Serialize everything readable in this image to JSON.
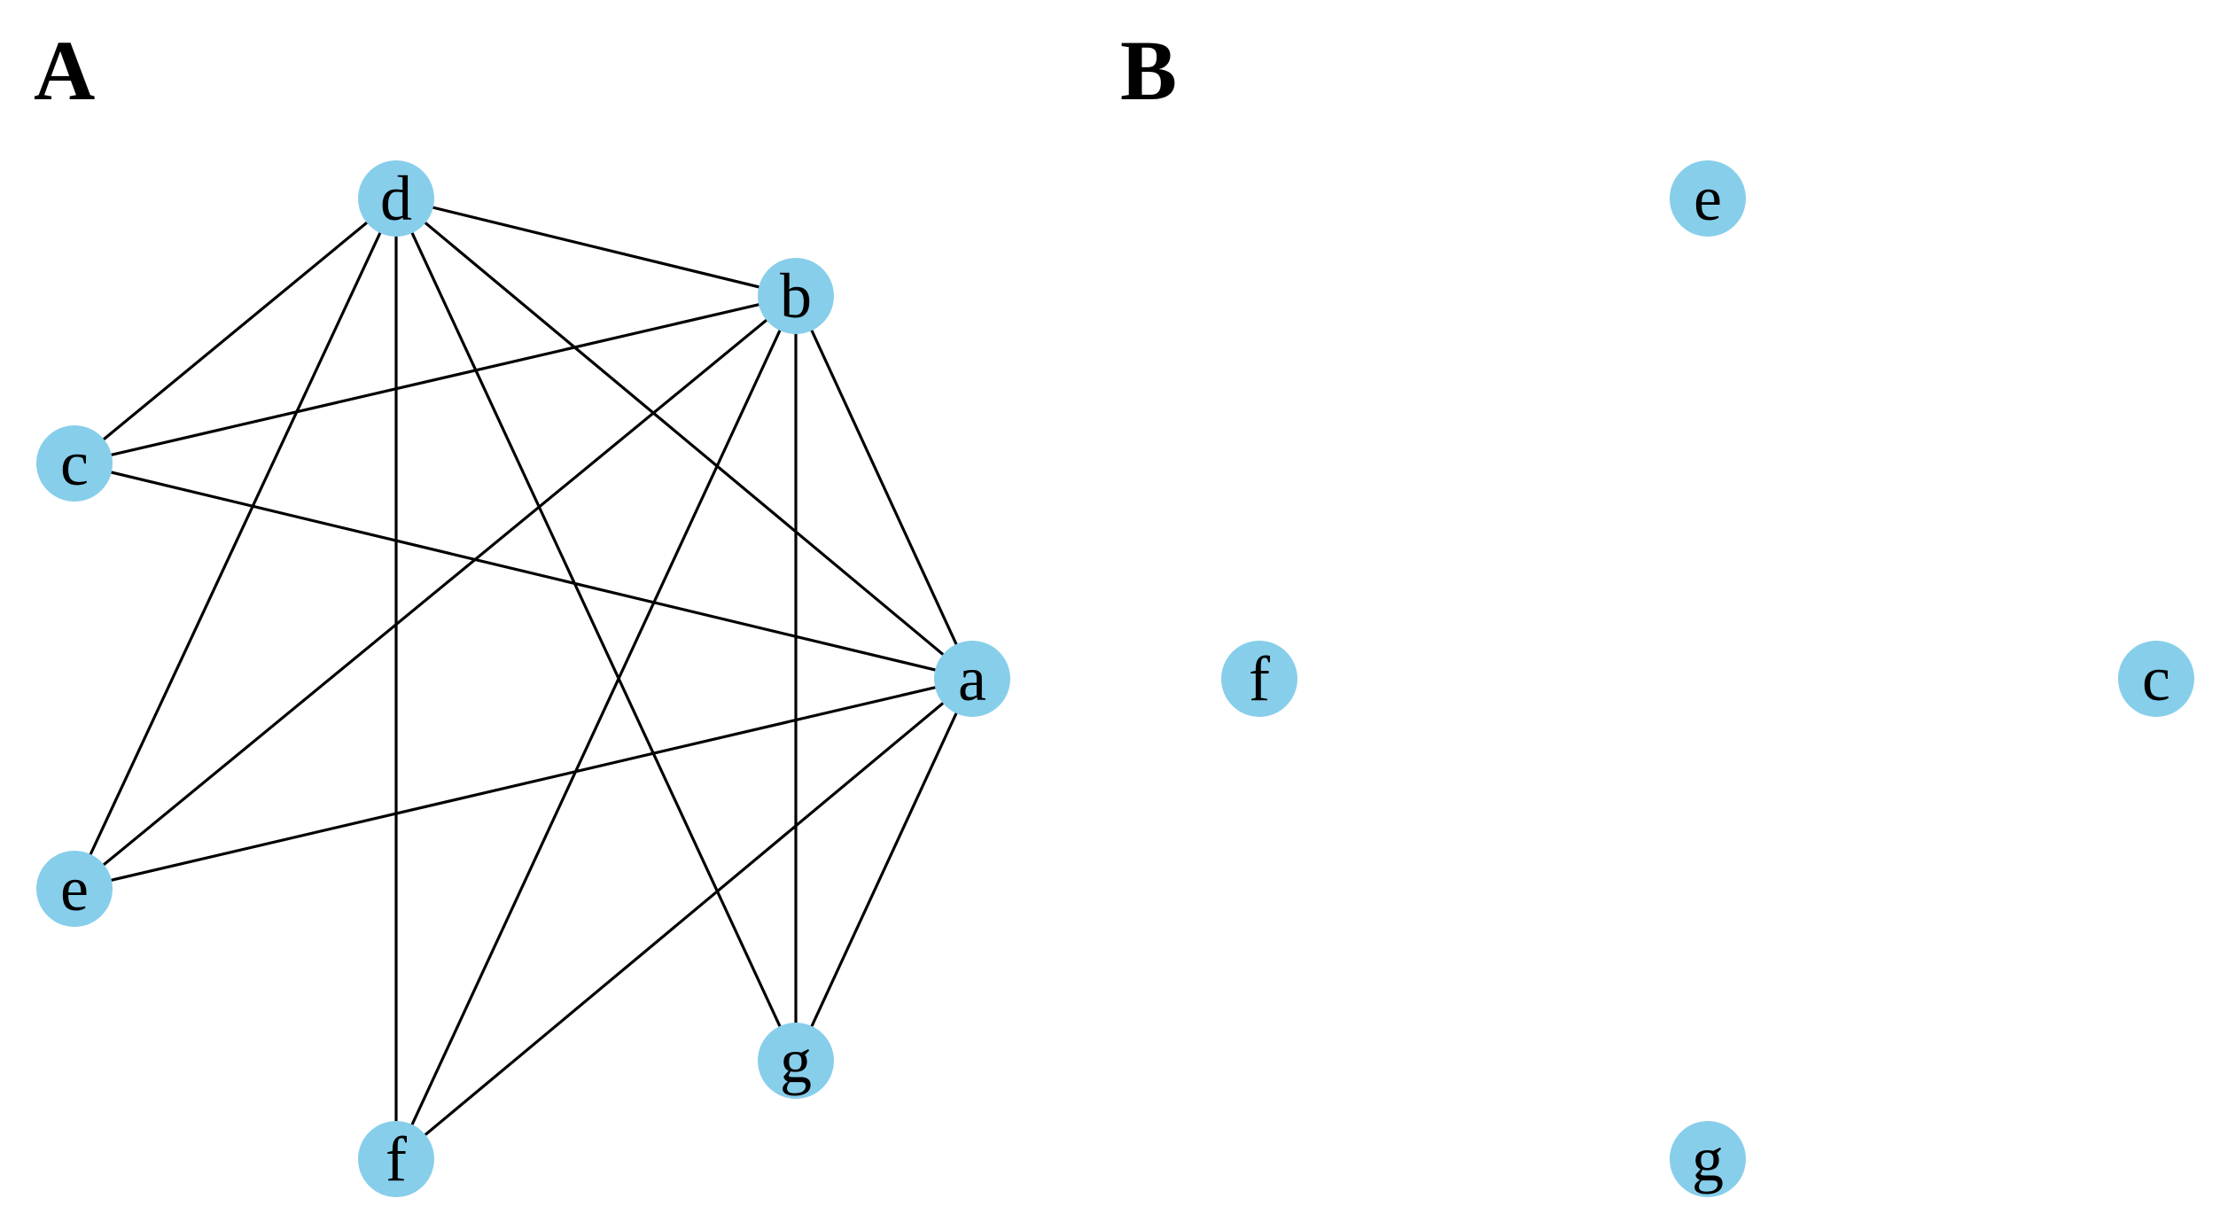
{
  "colors": {
    "node_fill": "#87CEEB",
    "edge": "#000000",
    "text": "#000000",
    "background": "#ffffff"
  },
  "panels": [
    {
      "id": "A",
      "label": "A",
      "nodes": [
        {
          "id": "d",
          "label": "d"
        },
        {
          "id": "b",
          "label": "b"
        },
        {
          "id": "c",
          "label": "c"
        },
        {
          "id": "a",
          "label": "a"
        },
        {
          "id": "e",
          "label": "e"
        },
        {
          "id": "g",
          "label": "g"
        },
        {
          "id": "f",
          "label": "f"
        }
      ],
      "edges": [
        [
          "d",
          "b"
        ],
        [
          "d",
          "c"
        ],
        [
          "d",
          "e"
        ],
        [
          "d",
          "f"
        ],
        [
          "d",
          "g"
        ],
        [
          "d",
          "a"
        ],
        [
          "b",
          "c"
        ],
        [
          "b",
          "e"
        ],
        [
          "b",
          "f"
        ],
        [
          "b",
          "g"
        ],
        [
          "b",
          "a"
        ],
        [
          "c",
          "a"
        ],
        [
          "e",
          "a"
        ],
        [
          "f",
          "a"
        ],
        [
          "g",
          "a"
        ]
      ]
    },
    {
      "id": "B",
      "label": "B",
      "nodes": [
        {
          "id": "e",
          "label": "e"
        },
        {
          "id": "f",
          "label": "f"
        },
        {
          "id": "c",
          "label": "c"
        },
        {
          "id": "g",
          "label": "g"
        }
      ],
      "edges": []
    }
  ]
}
